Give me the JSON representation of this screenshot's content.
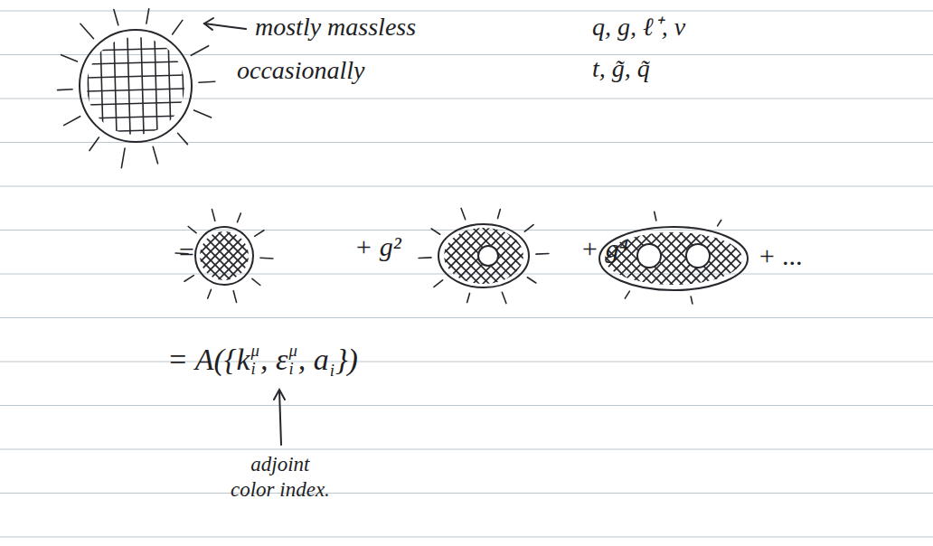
{
  "diagram": {
    "labels": [
      "mostly massless",
      "q, g, ℓ⁺, ν",
      "occasionally",
      "t, g̃, q̃",
      "=",
      "+ g²",
      "+ g⁴",
      "+ ...",
      "= A({k",
      "μ",
      "i",
      ", ε",
      "μ",
      "i",
      ", a",
      "i",
      "})",
      "adjoint color index."
    ]
  }
}
